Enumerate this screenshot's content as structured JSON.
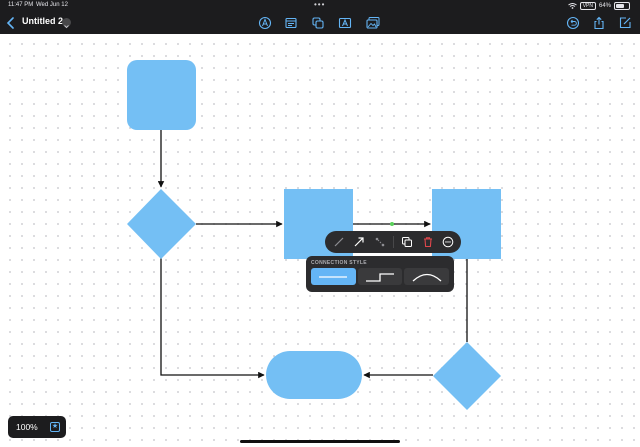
{
  "status": {
    "time": "11:47 PM",
    "date": "Wed Jun 12",
    "vpn": "VPN",
    "battery": "64%",
    "multitask_dots": "•••"
  },
  "toolbar": {
    "title": "Untitled 2",
    "tools": [
      "pen-tool-icon",
      "sticky-note-icon",
      "shapes-icon",
      "text-box-icon",
      "media-icon"
    ],
    "right_tools": [
      "undo-icon",
      "share-icon",
      "compose-icon"
    ]
  },
  "popover": {
    "items": [
      "line-icon",
      "arrow-icon",
      "connector-icon",
      "duplicate-icon",
      "delete-icon",
      "more-icon"
    ]
  },
  "connection_style": {
    "label": "CONNECTION STYLE",
    "options": [
      "straight",
      "elbow",
      "curved"
    ],
    "selected": "straight"
  },
  "zoom": {
    "level": "100%"
  },
  "colors": {
    "shape_fill": "#74bff4",
    "toolbar_bg": "#1c1c1e",
    "accent": "#64b5f6",
    "delete": "#e0474c"
  }
}
